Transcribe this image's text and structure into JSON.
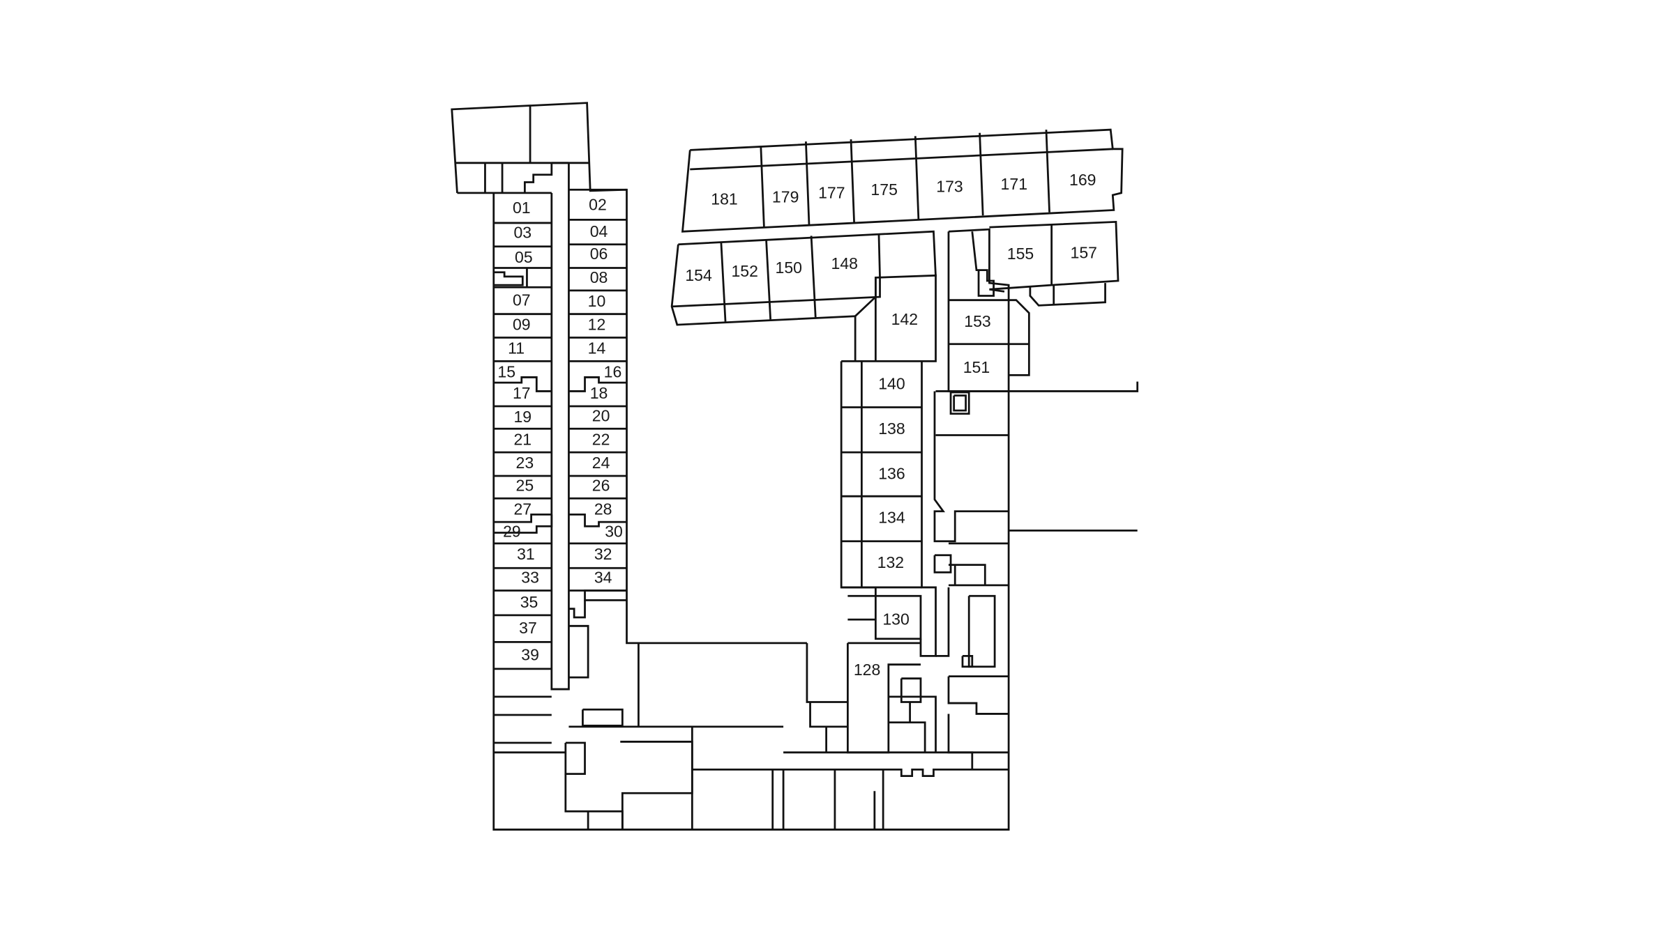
{
  "floor_plan": {
    "rooms_left_wing_west": [
      "01",
      "03",
      "05",
      "07",
      "09",
      "11",
      "15",
      "17",
      "19",
      "21",
      "23",
      "25",
      "27",
      "29",
      "31",
      "33",
      "35",
      "37",
      "39"
    ],
    "rooms_left_wing_east": [
      "02",
      "04",
      "06",
      "08",
      "10",
      "12",
      "14",
      "16",
      "18",
      "20",
      "22",
      "24",
      "26",
      "28",
      "30",
      "32",
      "34"
    ],
    "rooms_north_wing": [
      "181",
      "179",
      "177",
      "175",
      "173",
      "171",
      "169"
    ],
    "rooms_north_inner": [
      "154",
      "152",
      "150",
      "148",
      "155",
      "157"
    ],
    "rooms_east_wing": [
      "142",
      "153",
      "151",
      "140",
      "138",
      "136",
      "134",
      "132",
      "130",
      "128"
    ],
    "colors": {
      "line": "#111111",
      "background": "#ffffff"
    }
  }
}
